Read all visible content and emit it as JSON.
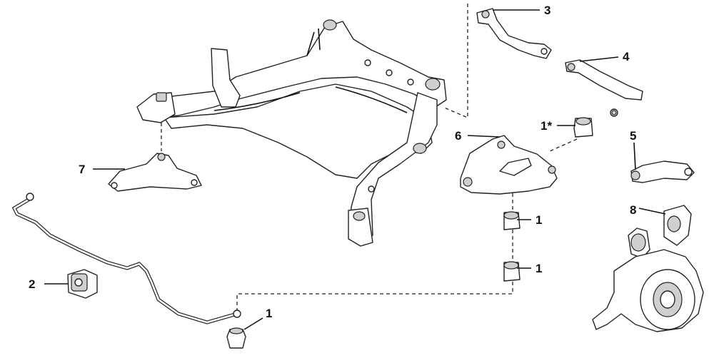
{
  "callouts": [
    {
      "id": "c1a",
      "text": "1"
    },
    {
      "id": "c1b",
      "text": "1"
    },
    {
      "id": "c1c",
      "text": "1"
    },
    {
      "id": "c1star",
      "text": "1*"
    },
    {
      "id": "c2",
      "text": "2"
    },
    {
      "id": "c3",
      "text": "3"
    },
    {
      "id": "c4",
      "text": "4"
    },
    {
      "id": "c5",
      "text": "5"
    },
    {
      "id": "c6",
      "text": "6"
    },
    {
      "id": "c7",
      "text": "7"
    },
    {
      "id": "c8",
      "text": "8"
    }
  ]
}
